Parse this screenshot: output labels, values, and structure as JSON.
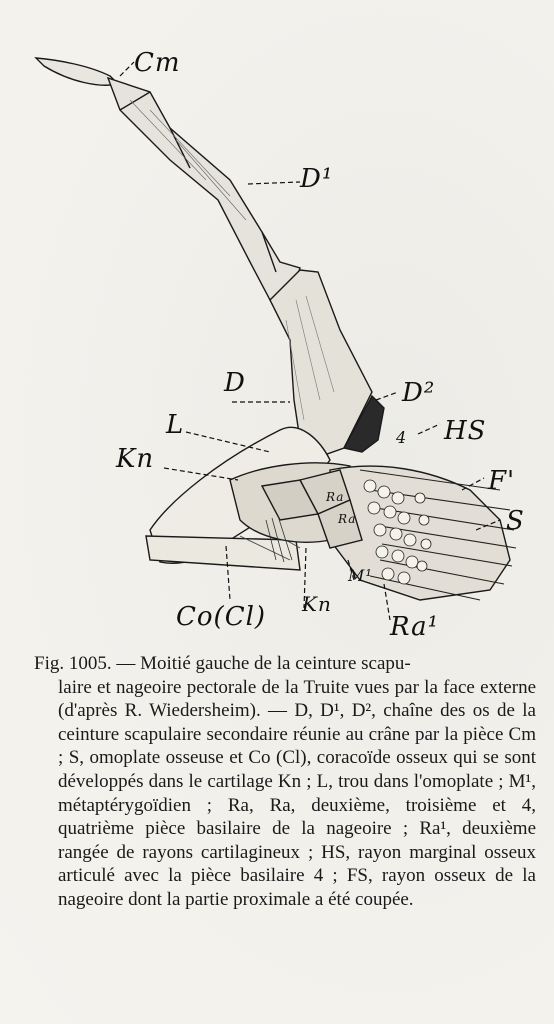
{
  "figure": {
    "labels": {
      "cm": "Cm",
      "d1": "D¹",
      "d": "D",
      "d2": "D²",
      "l": "L",
      "hs": "HS",
      "kn_left": "Kn",
      "f_prime": "F'",
      "s": "S",
      "four": "4",
      "m1": "M¹",
      "ra_inner_1": "Ra",
      "ra_inner_2": "Ra",
      "co_cl": "Co(Cl)",
      "kn_bottom": "Kn",
      "ra1": "Ra¹"
    }
  },
  "caption": {
    "line1": "Fig. 1005. — Moitié gauche de la ceinture scapu-",
    "rest": "laire et nageoire pectorale de la Truite vues par la face externe (d'après R. Wiedersheim). — D, D¹, D², chaîne des os de la ceinture scapulaire secondaire réunie au crâne par la pièce Cm ; S, omoplate osseuse et Co (Cl), coracoïde osseux qui se sont développés dans le cartilage Kn ; L, trou dans l'omoplate ; M¹, métaptérygoïdien ; Ra, Ra, deuxième, troisième et 4, quatrième pièce basilaire de la nageoire ; Ra¹, deuxième rangée de rayons cartilagineux ; HS, rayon marginal osseux articulé avec la pièce basilaire 4 ; FS, rayon osseux de la nageoire dont la partie proximale a été coupée."
  }
}
